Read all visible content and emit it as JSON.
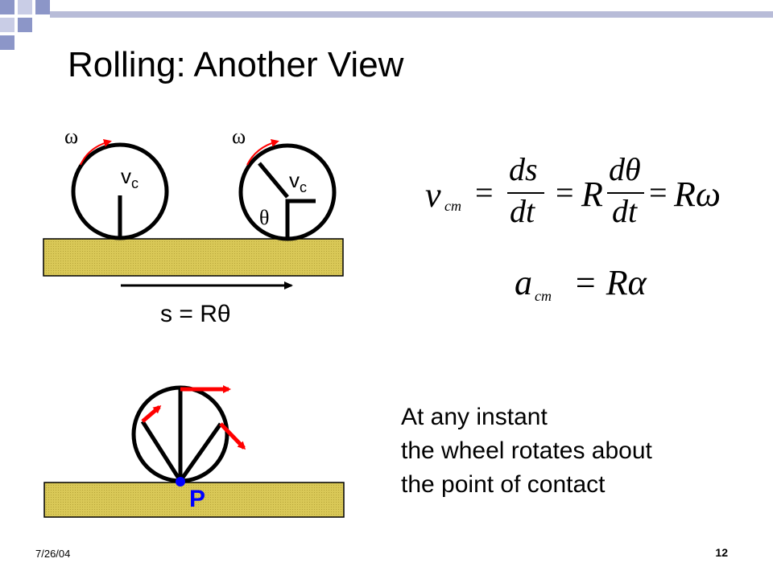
{
  "slide": {
    "title": "Rolling: Another View",
    "date": "7/26/04",
    "page_number": "12"
  },
  "colors": {
    "corner_squares_dark": "#8c96c8",
    "corner_squares_light": "#c9cde6",
    "header_bar": "#b8bcd8",
    "ground_fill": "#d9c857",
    "arrow_red": "#ff0000",
    "point_blue": "#0000ff"
  },
  "diagram_top": {
    "omega_left": "ω",
    "omega_right": "ω",
    "vc_left": "v",
    "vc_left_sub": "c",
    "vc_right": "v",
    "vc_right_sub": "c",
    "theta": "θ",
    "arc_length_label": "s = Rθ"
  },
  "equations": {
    "velocity": {
      "lhs": "v",
      "lhs_sub": "cm",
      "eq": "=",
      "ds": "ds",
      "dt": "dt",
      "R": "R",
      "dtheta": "dθ",
      "Romega": "Rω"
    },
    "acceleration": {
      "lhs": "a",
      "lhs_sub": "cm",
      "rhs": "= Rα"
    }
  },
  "diagram_bottom": {
    "contact_point_label": "P"
  },
  "caption": {
    "line1": "At any instant",
    "line2": "the wheel rotates about",
    "line3": "the point of contact"
  }
}
